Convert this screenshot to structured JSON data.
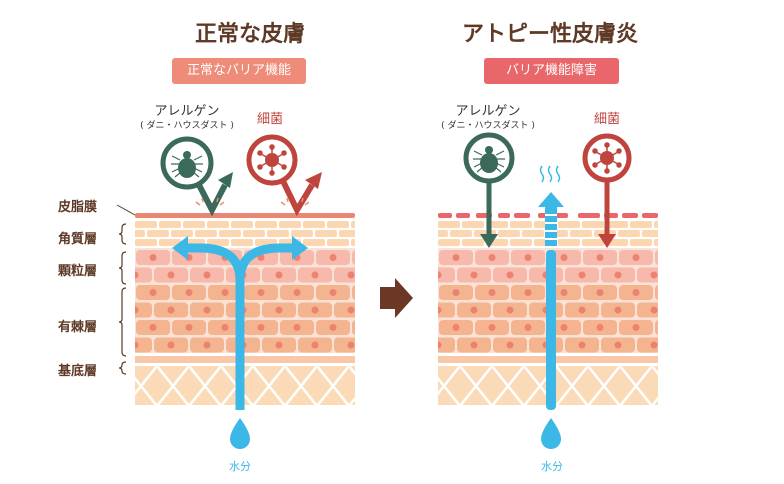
{
  "left": {
    "title": "正常な皮膚",
    "badge": "正常なバリア機能",
    "allergen_label": "アレルゲン",
    "allergen_sub": "( ダニ・ハウスダスト )",
    "bacteria_label": "細菌",
    "water_label": "水分"
  },
  "right": {
    "title": "アトピー性皮膚炎",
    "badge": "バリア機能障害",
    "allergen_label": "アレルゲン",
    "allergen_sub": "( ダニ・ハウスダスト )",
    "bacteria_label": "細菌",
    "water_label": "水分"
  },
  "layers": [
    {
      "name": "皮脂膜"
    },
    {
      "name": "角質層"
    },
    {
      "name": "顆粒層"
    },
    {
      "name": "有棘層"
    },
    {
      "name": "基底層"
    }
  ],
  "colors": {
    "title": "#5e3a26",
    "badge_normal": "#ee8c79",
    "badge_damaged": "#e9676b",
    "allergen": "#3b6a5b",
    "bacteria": "#c0443e",
    "water": "#3bb8e6",
    "sebum": "#ea8672",
    "horny": "#fbd6b0",
    "granular": "#f6b9ab",
    "spinous": "#f4b48f",
    "nucleus": "#ec8370",
    "basal": "#f8c8a8",
    "dermis": "#fbdbb7",
    "arrow": "#6b3826"
  }
}
